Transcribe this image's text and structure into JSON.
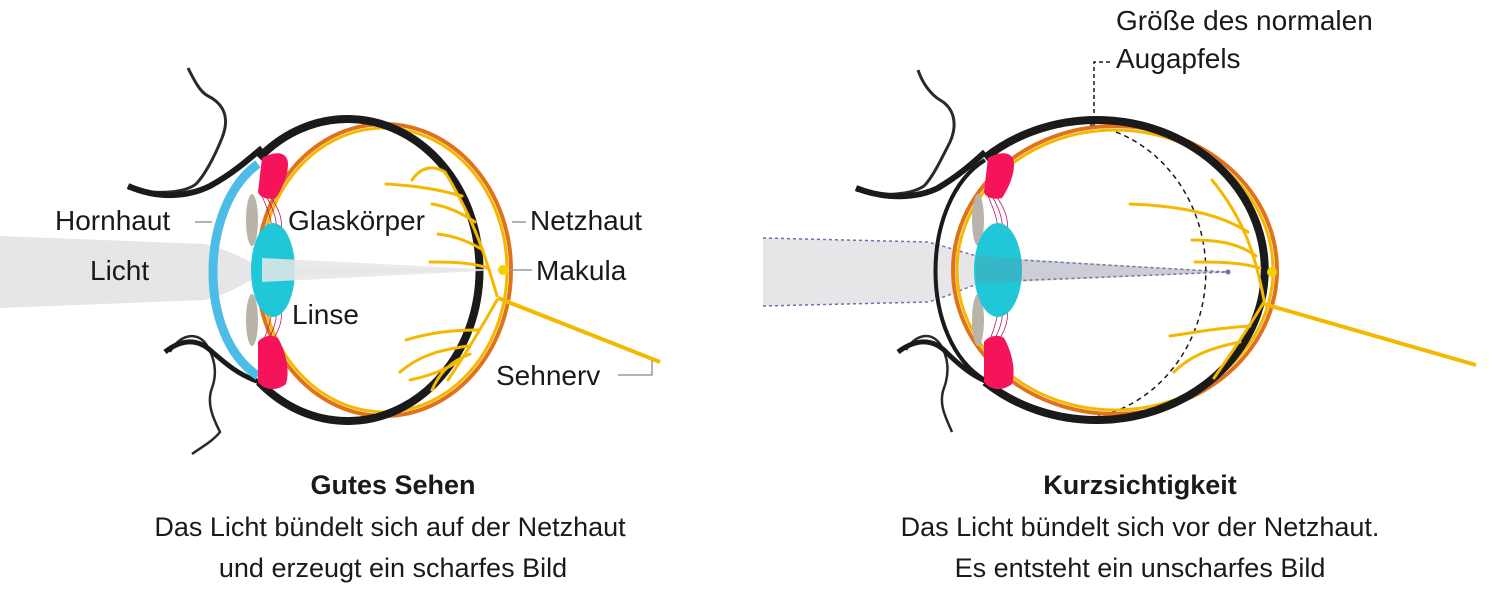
{
  "left_panel": {
    "labels": {
      "hornhaut": "Hornhaut",
      "licht": "Licht",
      "glaskoerper": "Glaskörper",
      "netzhaut": "Netzhaut",
      "makula": "Makula",
      "linse": "Linse",
      "sehnerv": "Sehnerv"
    },
    "title": "Gutes Sehen",
    "caption_line1": "Das Licht bündelt sich auf der Netzhaut",
    "caption_line2": "und erzeugt ein scharfes Bild"
  },
  "right_panel": {
    "annotation_line1": "Größe des normalen",
    "annotation_line2": "Augapfels",
    "title": "Kurzsichtigkeit",
    "caption_line1": "Das Licht bündelt sich vor der Netzhaut.",
    "caption_line2": "Es entsteht ein unscharfes Bild"
  },
  "colors": {
    "sclera": "#1a1a1a",
    "choroid": "#e0731a",
    "retina_nerves": "#f5b800",
    "lens": "#1fc7d8",
    "iris": "#f5145a",
    "cornea": "#4dbde8",
    "ciliary": "#b8b4aa",
    "light_beam": "#e6e6e8",
    "dotted_guide": "#7a6aa6"
  }
}
